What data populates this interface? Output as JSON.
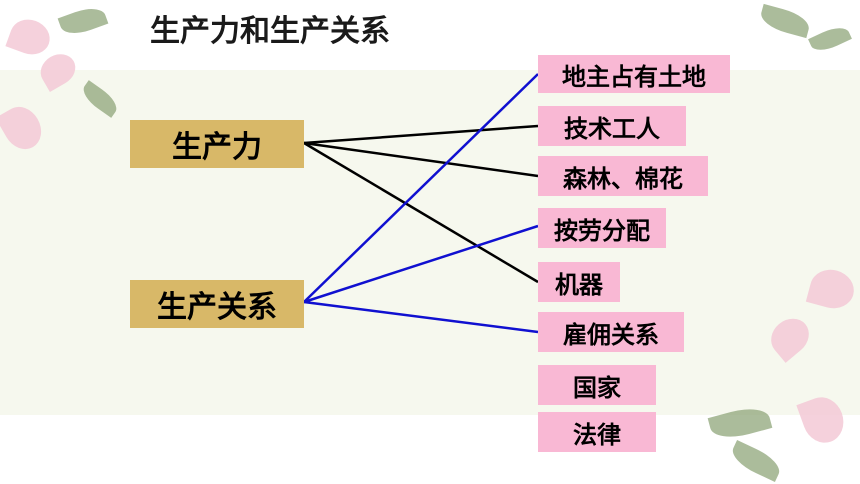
{
  "title": "生产力和生产关系",
  "left_nodes": {
    "productivity": "生产力",
    "relations": "生产关系"
  },
  "right_nodes": [
    "地主占有土地",
    "技术工人",
    "森林、棉花",
    "按劳分配",
    "机器",
    "雇佣关系",
    "国家",
    "法律"
  ],
  "colors": {
    "productivity_links": "#000000",
    "relations_links": "#1010d0",
    "left_box": "#d8b868",
    "right_box": "#f9b8d4",
    "panel": "#f6f8ee"
  }
}
